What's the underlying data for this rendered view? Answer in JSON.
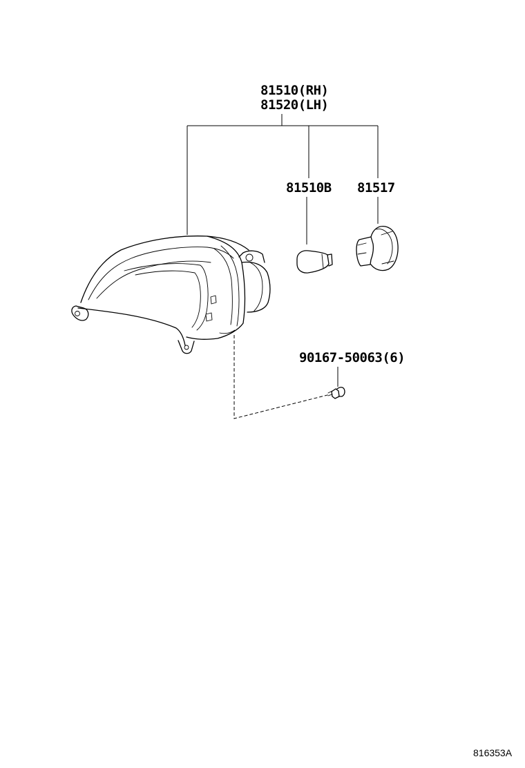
{
  "diagram": {
    "assembly_part": {
      "number_rh": "81510(RH)",
      "number_lh": "81520(LH)"
    },
    "bulb_part": {
      "number": "81510B"
    },
    "socket_part": {
      "number": "81517"
    },
    "screw_part": {
      "number": "90167-50063(6)"
    },
    "reference_code": "816353A"
  }
}
